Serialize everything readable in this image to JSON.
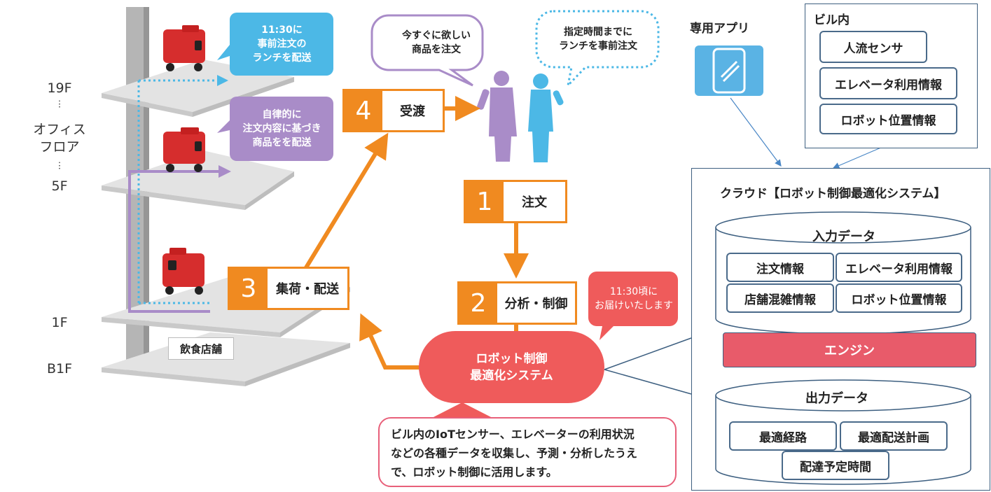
{
  "floors": {
    "f19": "19F",
    "dots": "︙",
    "office": "オフィス\nフロア",
    "f5": "5F",
    "f1": "1F",
    "b1": "B1F"
  },
  "restaurant": "飲食店舗",
  "bubbles": {
    "lunch_19f": "11:30に\n事前注文の\nランチを配送",
    "auto_5f": "自律的に\n注文内容に基づき\n商品をを配送",
    "order_now": "今すぐに欲しい\n商品を注文",
    "advance": "指定時間までに\nランチを事前注文",
    "deliver_time": "11:30頃に\nお届けいたします"
  },
  "steps": [
    {
      "num": "4",
      "label": "受渡"
    },
    {
      "num": "1",
      "label": "注文"
    },
    {
      "num": "2",
      "label": "分析・制御"
    },
    {
      "num": "3",
      "label": "集荷・配送"
    }
  ],
  "core": "ロボット制御\n最適化システム",
  "explanation": "ビル内のIoTセンサー、エレベーターの利用状況\nなどの各種データを収集し、予測・分析したうえ\nで、ロボット制御に活用します。",
  "app": {
    "label": "専用アプリ"
  },
  "building": {
    "title": "ビル内",
    "items": [
      "人流センサ",
      "エレベータ利用情報",
      "ロボット位置情報"
    ]
  },
  "cloud": {
    "title": "クラウド【ロボット制御最適化システム】",
    "input": {
      "title": "入力データ",
      "items": [
        "注文情報",
        "エレベータ利用情報",
        "店舗混雑情報",
        "ロボット位置情報"
      ]
    },
    "engine": "エンジン",
    "output": {
      "title": "出力データ",
      "items": [
        "最適経路",
        "最適配送計画",
        "配達予定時間"
      ]
    }
  },
  "colors": {
    "orange": "#f08a20",
    "red": "#ef5b5b",
    "blue_bubble": "#4cb8e6",
    "purple_bubble": "#a98cc8",
    "engine": "#e85b6a"
  }
}
